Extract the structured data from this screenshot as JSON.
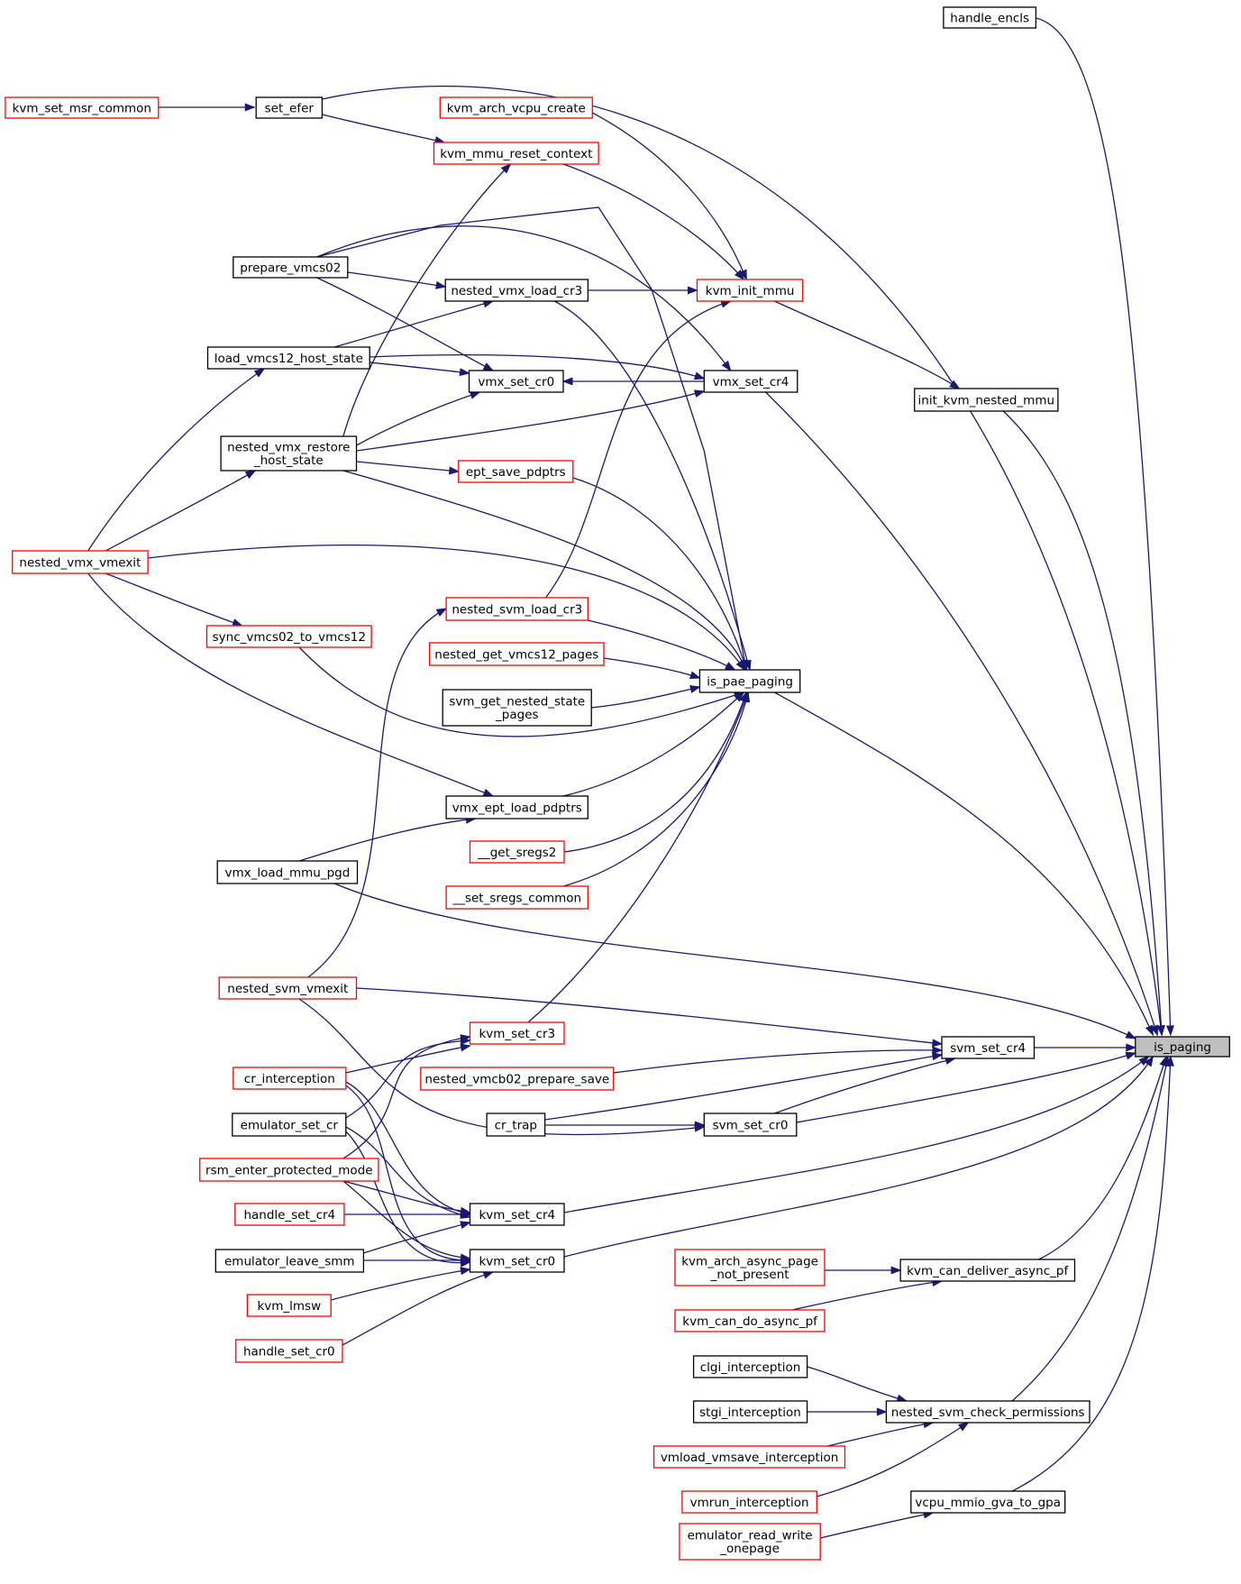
{
  "colors": {
    "edge": "#191970",
    "node_border_default": "#000000",
    "node_border_partial": "#ff0000",
    "node_fill_default": "#ffffff",
    "node_fill_focus": "#bfbfbf"
  },
  "nodes": [
    {
      "id": "is_paging",
      "lines": [
        "is_paging"
      ],
      "style": "focus"
    },
    {
      "id": "handle_encls",
      "lines": [
        "handle_encls"
      ],
      "style": "default"
    },
    {
      "id": "set_efer",
      "lines": [
        "set_efer"
      ],
      "style": "default"
    },
    {
      "id": "kvm_set_msr_common",
      "lines": [
        "kvm_set_msr_common"
      ],
      "style": "partial"
    },
    {
      "id": "kvm_arch_vcpu_create",
      "lines": [
        "kvm_arch_vcpu_create"
      ],
      "style": "partial"
    },
    {
      "id": "kvm_mmu_reset_context",
      "lines": [
        "kvm_mmu_reset_context"
      ],
      "style": "partial"
    },
    {
      "id": "prepare_vmcs02",
      "lines": [
        "prepare_vmcs02"
      ],
      "style": "default"
    },
    {
      "id": "nested_vmx_load_cr3",
      "lines": [
        "nested_vmx_load_cr3"
      ],
      "style": "default"
    },
    {
      "id": "kvm_init_mmu",
      "lines": [
        "kvm_init_mmu"
      ],
      "style": "partial"
    },
    {
      "id": "load_vmcs12_host_state",
      "lines": [
        "load_vmcs12_host_state"
      ],
      "style": "default"
    },
    {
      "id": "vmx_set_cr0",
      "lines": [
        "vmx_set_cr0"
      ],
      "style": "default"
    },
    {
      "id": "vmx_set_cr4",
      "lines": [
        "vmx_set_cr4"
      ],
      "style": "default"
    },
    {
      "id": "init_kvm_nested_mmu",
      "lines": [
        "init_kvm_nested_mmu"
      ],
      "style": "default"
    },
    {
      "id": "nested_vmx_restore_host_state",
      "lines": [
        "nested_vmx_restore",
        "_host_state"
      ],
      "style": "default"
    },
    {
      "id": "ept_save_pdptrs",
      "lines": [
        "ept_save_pdptrs"
      ],
      "style": "partial"
    },
    {
      "id": "nested_vmx_vmexit",
      "lines": [
        "nested_vmx_vmexit"
      ],
      "style": "partial"
    },
    {
      "id": "nested_svm_load_cr3",
      "lines": [
        "nested_svm_load_cr3"
      ],
      "style": "partial"
    },
    {
      "id": "sync_vmcs02_to_vmcs12",
      "lines": [
        "sync_vmcs02_to_vmcs12"
      ],
      "style": "partial"
    },
    {
      "id": "nested_get_vmcs12_pages",
      "lines": [
        "nested_get_vmcs12_pages"
      ],
      "style": "partial"
    },
    {
      "id": "is_pae_paging",
      "lines": [
        "is_pae_paging"
      ],
      "style": "default"
    },
    {
      "id": "svm_get_nested_state_pages",
      "lines": [
        "svm_get_nested_state",
        "_pages"
      ],
      "style": "default"
    },
    {
      "id": "vmx_ept_load_pdptrs",
      "lines": [
        "vmx_ept_load_pdptrs"
      ],
      "style": "default"
    },
    {
      "id": "vmx_load_mmu_pgd",
      "lines": [
        "vmx_load_mmu_pgd"
      ],
      "style": "default"
    },
    {
      "id": "__get_sregs2",
      "lines": [
        "__get_sregs2"
      ],
      "style": "partial"
    },
    {
      "id": "__set_sregs_common",
      "lines": [
        "__set_sregs_common"
      ],
      "style": "partial"
    },
    {
      "id": "nested_svm_vmexit",
      "lines": [
        "nested_svm_vmexit"
      ],
      "style": "partial"
    },
    {
      "id": "kvm_set_cr3",
      "lines": [
        "kvm_set_cr3"
      ],
      "style": "partial"
    },
    {
      "id": "svm_set_cr4",
      "lines": [
        "svm_set_cr4"
      ],
      "style": "default"
    },
    {
      "id": "cr_interception",
      "lines": [
        "cr_interception"
      ],
      "style": "partial"
    },
    {
      "id": "nested_vmcb02_prepare_save",
      "lines": [
        "nested_vmcb02_prepare_save"
      ],
      "style": "partial"
    },
    {
      "id": "emulator_set_cr",
      "lines": [
        "emulator_set_cr"
      ],
      "style": "default"
    },
    {
      "id": "cr_trap",
      "lines": [
        "cr_trap"
      ],
      "style": "default"
    },
    {
      "id": "svm_set_cr0",
      "lines": [
        "svm_set_cr0"
      ],
      "style": "default"
    },
    {
      "id": "rsm_enter_protected_mode",
      "lines": [
        "rsm_enter_protected_mode"
      ],
      "style": "partial"
    },
    {
      "id": "handle_set_cr4",
      "lines": [
        "handle_set_cr4"
      ],
      "style": "partial"
    },
    {
      "id": "kvm_set_cr4",
      "lines": [
        "kvm_set_cr4"
      ],
      "style": "default"
    },
    {
      "id": "emulator_leave_smm",
      "lines": [
        "emulator_leave_smm"
      ],
      "style": "default"
    },
    {
      "id": "kvm_set_cr0",
      "lines": [
        "kvm_set_cr0"
      ],
      "style": "default"
    },
    {
      "id": "kvm_arch_async_page_not_present",
      "lines": [
        "kvm_arch_async_page",
        "_not_present"
      ],
      "style": "partial"
    },
    {
      "id": "kvm_can_deliver_async_pf",
      "lines": [
        "kvm_can_deliver_async_pf"
      ],
      "style": "default"
    },
    {
      "id": "kvm_lmsw",
      "lines": [
        "kvm_lmsw"
      ],
      "style": "partial"
    },
    {
      "id": "kvm_can_do_async_pf",
      "lines": [
        "kvm_can_do_async_pf"
      ],
      "style": "partial"
    },
    {
      "id": "handle_set_cr0",
      "lines": [
        "handle_set_cr0"
      ],
      "style": "partial"
    },
    {
      "id": "clgi_interception",
      "lines": [
        "clgi_interception"
      ],
      "style": "default"
    },
    {
      "id": "stgi_interception",
      "lines": [
        "stgi_interception"
      ],
      "style": "default"
    },
    {
      "id": "nested_svm_check_permissions",
      "lines": [
        "nested_svm_check_permissions"
      ],
      "style": "default"
    },
    {
      "id": "vmload_vmsave_interception",
      "lines": [
        "vmload_vmsave_interception"
      ],
      "style": "partial"
    },
    {
      "id": "vmrun_interception",
      "lines": [
        "vmrun_interception"
      ],
      "style": "partial"
    },
    {
      "id": "vcpu_mmio_gva_to_gpa",
      "lines": [
        "vcpu_mmio_gva_to_gpa"
      ],
      "style": "default"
    },
    {
      "id": "emulator_read_write_onepage",
      "lines": [
        "emulator_read_write",
        "_onepage"
      ],
      "style": "partial"
    }
  ],
  "edges": [
    {
      "from": "handle_encls",
      "to": "is_paging"
    },
    {
      "from": "set_efer",
      "to": "is_paging"
    },
    {
      "from": "kvm_set_msr_common",
      "to": "set_efer"
    },
    {
      "from": "set_efer",
      "to": "kvm_mmu_reset_context"
    },
    {
      "from": "kvm_mmu_reset_context",
      "to": "kvm_init_mmu"
    },
    {
      "from": "kvm_arch_vcpu_create",
      "to": "kvm_init_mmu"
    },
    {
      "from": "nested_vmx_restore_host_state",
      "to": "kvm_mmu_reset_context"
    },
    {
      "from": "prepare_vmcs02",
      "to": "nested_vmx_load_cr3"
    },
    {
      "from": "nested_vmx_load_cr3",
      "to": "kvm_init_mmu"
    },
    {
      "from": "nested_vmx_load_cr3",
      "to": "is_pae_paging"
    },
    {
      "from": "load_vmcs12_host_state",
      "to": "nested_vmx_load_cr3"
    },
    {
      "from": "prepare_vmcs02",
      "to": "vmx_set_cr0"
    },
    {
      "from": "prepare_vmcs02",
      "to": "vmx_set_cr4"
    },
    {
      "from": "prepare_vmcs02",
      "to": "is_pae_paging"
    },
    {
      "from": "load_vmcs12_host_state",
      "to": "vmx_set_cr0"
    },
    {
      "from": "load_vmcs12_host_state",
      "to": "vmx_set_cr4"
    },
    {
      "from": "vmx_set_cr4",
      "to": "vmx_set_cr0"
    },
    {
      "from": "nested_vmx_restore_host_state",
      "to": "vmx_set_cr0"
    },
    {
      "from": "nested_vmx_restore_host_state",
      "to": "vmx_set_cr4"
    },
    {
      "from": "vmx_set_cr4",
      "to": "is_paging"
    },
    {
      "from": "kvm_init_mmu",
      "to": "init_kvm_nested_mmu"
    },
    {
      "from": "init_kvm_nested_mmu",
      "to": "is_paging"
    },
    {
      "from": "nested_vmx_restore_host_state",
      "to": "ept_save_pdptrs"
    },
    {
      "from": "ept_save_pdptrs",
      "to": "is_pae_paging"
    },
    {
      "from": "nested_vmx_restore_host_state",
      "to": "is_pae_paging"
    },
    {
      "from": "nested_vmx_vmexit",
      "to": "load_vmcs12_host_state"
    },
    {
      "from": "nested_vmx_vmexit",
      "to": "nested_vmx_restore_host_state"
    },
    {
      "from": "nested_vmx_vmexit",
      "to": "sync_vmcs02_to_vmcs12"
    },
    {
      "from": "nested_vmx_vmexit",
      "to": "is_pae_paging"
    },
    {
      "from": "nested_vmx_vmexit",
      "to": "vmx_ept_load_pdptrs"
    },
    {
      "from": "nested_svm_load_cr3",
      "to": "kvm_init_mmu"
    },
    {
      "from": "nested_svm_load_cr3",
      "to": "is_pae_paging"
    },
    {
      "from": "nested_svm_vmexit",
      "to": "nested_svm_load_cr3"
    },
    {
      "from": "sync_vmcs02_to_vmcs12",
      "to": "is_pae_paging"
    },
    {
      "from": "nested_get_vmcs12_pages",
      "to": "is_pae_paging"
    },
    {
      "from": "svm_get_nested_state_pages",
      "to": "is_pae_paging"
    },
    {
      "from": "vmx_ept_load_pdptrs",
      "to": "is_pae_paging"
    },
    {
      "from": "vmx_load_mmu_pgd",
      "to": "vmx_ept_load_pdptrs"
    },
    {
      "from": "vmx_load_mmu_pgd",
      "to": "is_paging"
    },
    {
      "from": "__get_sregs2",
      "to": "is_pae_paging"
    },
    {
      "from": "__set_sregs_common",
      "to": "is_pae_paging"
    },
    {
      "from": "is_pae_paging",
      "to": "is_paging"
    },
    {
      "from": "kvm_set_cr3",
      "to": "is_pae_paging"
    },
    {
      "from": "nested_svm_vmexit",
      "to": "svm_set_cr4"
    },
    {
      "from": "nested_svm_vmexit",
      "to": "svm_set_cr0"
    },
    {
      "from": "svm_set_cr4",
      "to": "is_paging"
    },
    {
      "from": "svm_set_cr0",
      "to": "svm_set_cr4"
    },
    {
      "from": "svm_set_cr0",
      "to": "is_paging"
    },
    {
      "from": "nested_vmcb02_prepare_save",
      "to": "svm_set_cr4"
    },
    {
      "from": "cr_trap",
      "to": "svm_set_cr4"
    },
    {
      "from": "cr_trap",
      "to": "svm_set_cr0"
    },
    {
      "from": "cr_interception",
      "to": "kvm_set_cr3"
    },
    {
      "from": "emulator_set_cr",
      "to": "kvm_set_cr3"
    },
    {
      "from": "rsm_enter_protected_mode",
      "to": "kvm_set_cr3"
    },
    {
      "from": "cr_interception",
      "to": "kvm_set_cr4"
    },
    {
      "from": "cr_interception",
      "to": "kvm_set_cr0"
    },
    {
      "from": "emulator_set_cr",
      "to": "kvm_set_cr4"
    },
    {
      "from": "emulator_set_cr",
      "to": "kvm_set_cr0"
    },
    {
      "from": "rsm_enter_protected_mode",
      "to": "kvm_set_cr4"
    },
    {
      "from": "rsm_enter_protected_mode",
      "to": "kvm_set_cr0"
    },
    {
      "from": "handle_set_cr4",
      "to": "kvm_set_cr4"
    },
    {
      "from": "emulator_leave_smm",
      "to": "kvm_set_cr4"
    },
    {
      "from": "emulator_leave_smm",
      "to": "kvm_set_cr0"
    },
    {
      "from": "kvm_lmsw",
      "to": "kvm_set_cr0"
    },
    {
      "from": "handle_set_cr0",
      "to": "kvm_set_cr0"
    },
    {
      "from": "kvm_set_cr4",
      "to": "is_paging"
    },
    {
      "from": "kvm_set_cr0",
      "to": "is_paging"
    },
    {
      "from": "kvm_arch_async_page_not_present",
      "to": "kvm_can_deliver_async_pf"
    },
    {
      "from": "kvm_can_do_async_pf",
      "to": "kvm_can_deliver_async_pf"
    },
    {
      "from": "kvm_can_deliver_async_pf",
      "to": "is_paging"
    },
    {
      "from": "clgi_interception",
      "to": "nested_svm_check_permissions"
    },
    {
      "from": "stgi_interception",
      "to": "nested_svm_check_permissions"
    },
    {
      "from": "vmload_vmsave_interception",
      "to": "nested_svm_check_permissions"
    },
    {
      "from": "vmrun_interception",
      "to": "nested_svm_check_permissions"
    },
    {
      "from": "nested_svm_check_permissions",
      "to": "is_paging"
    },
    {
      "from": "emulator_read_write_onepage",
      "to": "vcpu_mmio_gva_to_gpa"
    },
    {
      "from": "vcpu_mmio_gva_to_gpa",
      "to": "is_paging"
    }
  ]
}
